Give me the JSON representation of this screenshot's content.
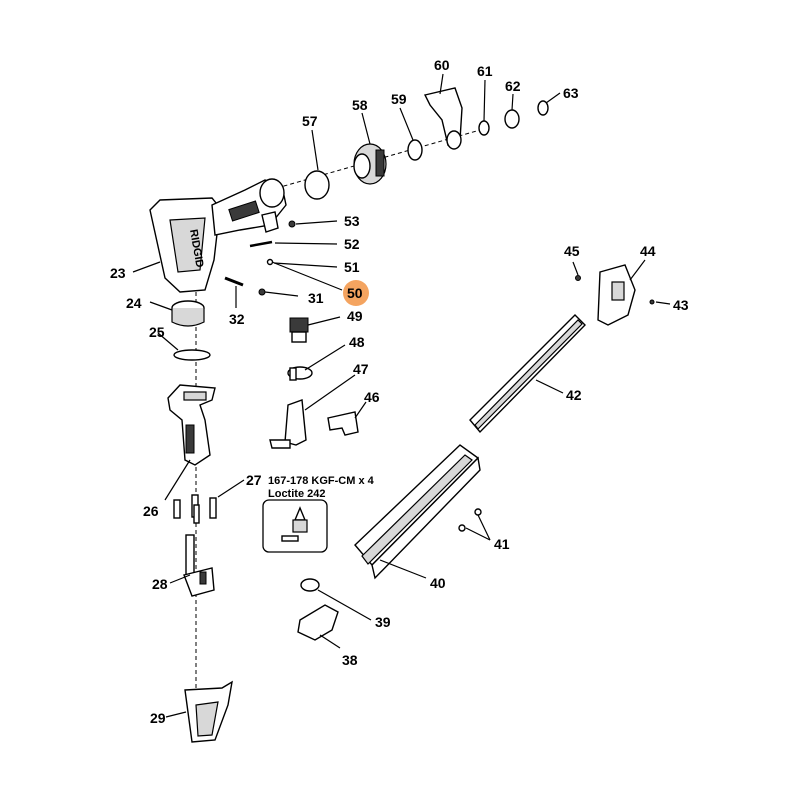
{
  "highlight_color": "#f4a460",
  "callouts": [
    {
      "id": "c23",
      "label": "23"
    },
    {
      "id": "c24",
      "label": "24"
    },
    {
      "id": "c25",
      "label": "25"
    },
    {
      "id": "c26",
      "label": "26"
    },
    {
      "id": "c27",
      "label": "27"
    },
    {
      "id": "c28",
      "label": "28"
    },
    {
      "id": "c29",
      "label": "29"
    },
    {
      "id": "c31",
      "label": "31"
    },
    {
      "id": "c32",
      "label": "32"
    },
    {
      "id": "c38",
      "label": "38"
    },
    {
      "id": "c39",
      "label": "39"
    },
    {
      "id": "c40",
      "label": "40"
    },
    {
      "id": "c41",
      "label": "41"
    },
    {
      "id": "c42",
      "label": "42"
    },
    {
      "id": "c43",
      "label": "43"
    },
    {
      "id": "c44",
      "label": "44"
    },
    {
      "id": "c45",
      "label": "45"
    },
    {
      "id": "c46",
      "label": "46"
    },
    {
      "id": "c47",
      "label": "47"
    },
    {
      "id": "c48",
      "label": "48"
    },
    {
      "id": "c49",
      "label": "49"
    },
    {
      "id": "c50",
      "label": "50"
    },
    {
      "id": "c51",
      "label": "51"
    },
    {
      "id": "c52",
      "label": "52"
    },
    {
      "id": "c53",
      "label": "53"
    },
    {
      "id": "c57",
      "label": "57"
    },
    {
      "id": "c58",
      "label": "58"
    },
    {
      "id": "c59",
      "label": "59"
    },
    {
      "id": "c60",
      "label": "60"
    },
    {
      "id": "c61",
      "label": "61"
    },
    {
      "id": "c62",
      "label": "62"
    },
    {
      "id": "c63",
      "label": "63"
    }
  ],
  "highlighted_callout": "50",
  "note": {
    "line1": "167-178 KGF-CM x 4",
    "line2": "Loctite 242"
  },
  "brand_text": "RIDGID",
  "icons": {
    "adhesive_box": "loctite-bottle-and-screw-icon"
  }
}
